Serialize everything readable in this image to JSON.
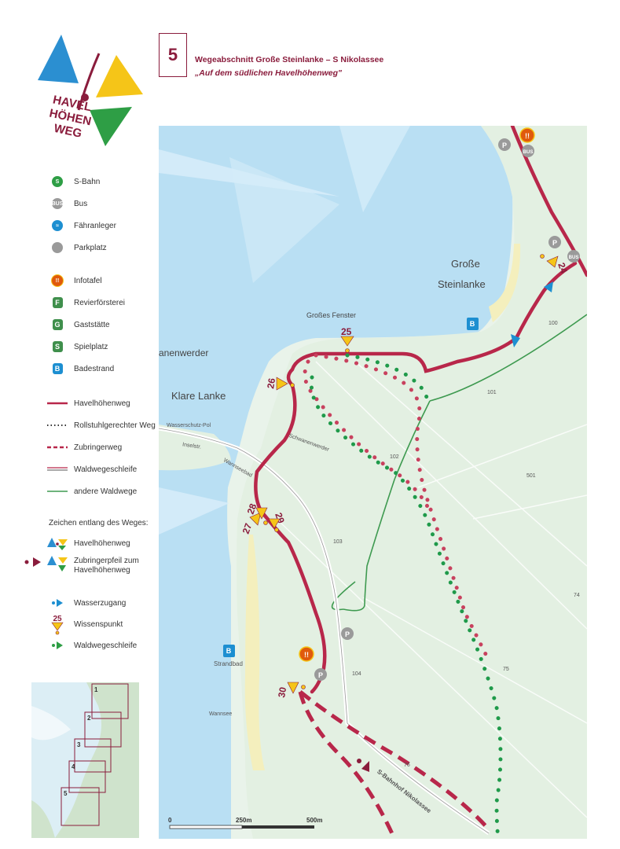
{
  "logo": {
    "text_lines": [
      "HAVEL",
      "HÖHEN",
      "WEG"
    ],
    "colors": {
      "blue": "#2b8fd1",
      "yellow": "#f5c518",
      "green": "#2e9e45",
      "maroon": "#8a1c3c"
    }
  },
  "header": {
    "section_number": "5",
    "title": "Wegeabschnitt Große Steinlanke – S Nikolassee",
    "subtitle": "„Auf dem südlichen Havelhöhenweg\""
  },
  "legend": {
    "facilities": [
      {
        "label": "S-Bahn",
        "icon": "s-bahn-icon",
        "color": "#2e9e45"
      },
      {
        "label": "Bus",
        "icon": "bus-icon",
        "color": "#9a9a9a"
      },
      {
        "label": "Fähranleger",
        "icon": "ferry-icon",
        "color": "#1d8fd1"
      },
      {
        "label": "Parkplatz",
        "icon": "parking-icon",
        "color": "#9a9a9a"
      },
      {
        "label": "Infotafel",
        "icon": "info-board-icon",
        "color": "#e05a0c"
      },
      {
        "label": "Revierförsterei",
        "icon": "forestry-icon",
        "color": "#3f8f4c"
      },
      {
        "label": "Gaststätte",
        "icon": "restaurant-icon",
        "color": "#3f8f4c"
      },
      {
        "label": "Spielplatz",
        "icon": "playground-icon",
        "color": "#3f8f4c"
      },
      {
        "label": "Badestrand",
        "icon": "beach-icon",
        "color": "#1d8fd1"
      }
    ],
    "lines": [
      {
        "label": "Havelhöhenweg",
        "style": "solid-maroon"
      },
      {
        "label": "Rollstuhlgerechter Weg",
        "style": "dotted-dark"
      },
      {
        "label": "Zubringerweg",
        "style": "dashed-maroon"
      },
      {
        "label": "Waldwegeschleife",
        "style": "double-maroon"
      },
      {
        "label": "andere Waldwege",
        "style": "solid-green"
      }
    ],
    "signs_title": "Zeichen entlang des Weges:",
    "signs": [
      {
        "label": "Havelhöhenweg",
        "icon": "trail-sign-icon"
      },
      {
        "label": "Zubringerpfeil zum Havelhöhenweg",
        "icon": "feeder-arrow-icon"
      },
      {
        "label": "Wasserzugang",
        "icon": "water-access-icon"
      },
      {
        "label": "Wissenspunkt",
        "icon": "knowledge-point-icon",
        "number": "25"
      },
      {
        "label": "Waldwegeschleife",
        "icon": "forest-loop-icon"
      }
    ]
  },
  "overview": {
    "sections": [
      "1",
      "2",
      "3",
      "4",
      "5"
    ],
    "current": "5"
  },
  "map": {
    "labels": {
      "grosse_steinlanke_1": "Große",
      "grosse_steinlanke_2": "Steinlanke",
      "grosses_fenster": "Großes Fenster",
      "schwanenwerder": "anenwerder",
      "klare_lanke": "Klare Lanke",
      "wasserschutz": "Wasserschutz-Pol",
      "inselstr": "Inselstr.",
      "wannseebad": "Wannseebad",
      "schwanenwerder_street": "Schwanenwerder",
      "strandbad": "Strandbad",
      "wannsee": "Wannsee",
      "s_bahnhof": "S-Bahnhof Nikolassee"
    },
    "forest_numbers": [
      "100",
      "101",
      "102",
      "103",
      "104",
      "74",
      "75",
      "76",
      "501"
    ],
    "knowledge_points": [
      "24",
      "25",
      "26",
      "27",
      "28",
      "29",
      "30"
    ],
    "scale": {
      "labels": [
        "0",
        "250m",
        "500m"
      ]
    },
    "bus_label": "BUS",
    "parking_label": "P",
    "beach_label": "B",
    "colors": {
      "trail": "#b8274a",
      "dots_red": "#c8415e",
      "dots_green": "#1f9a4a",
      "forest_path": "#3e9a50",
      "water": "#b9dff3",
      "forest": "#e3f0e2",
      "beach": "#f4efbd"
    }
  }
}
